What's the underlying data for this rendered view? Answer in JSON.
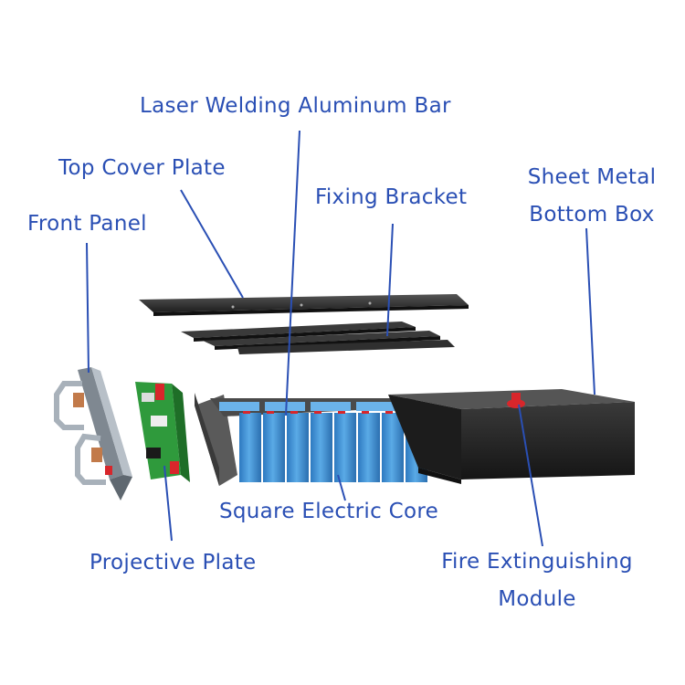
{
  "colors": {
    "label_text": "#2a4fb4",
    "leader_line": "#2a4fb4",
    "panel_dark": "#2b2b2b",
    "panel_mid": "#444444",
    "cell_blue": "#3a8fd6",
    "cell_blue_light": "#6bb3ea",
    "pcb_green": "#2f9a3c",
    "terminal_red": "#d8262b",
    "steel": "#9aa3ad",
    "copper": "#c27a4a"
  },
  "labels": {
    "laser_welding": "Laser Welding Aluminum Bar",
    "top_cover": "Top Cover Plate",
    "fixing_bracket": "Fixing Bracket",
    "sheet_metal_line1": "Sheet Metal",
    "sheet_metal_line2": "Bottom Box",
    "front_panel": "Front Panel",
    "square_core": "Square Electric Core",
    "projective_plate": "Projective Plate",
    "fire_line1": "Fire Extinguishing",
    "fire_line2": "Module"
  }
}
